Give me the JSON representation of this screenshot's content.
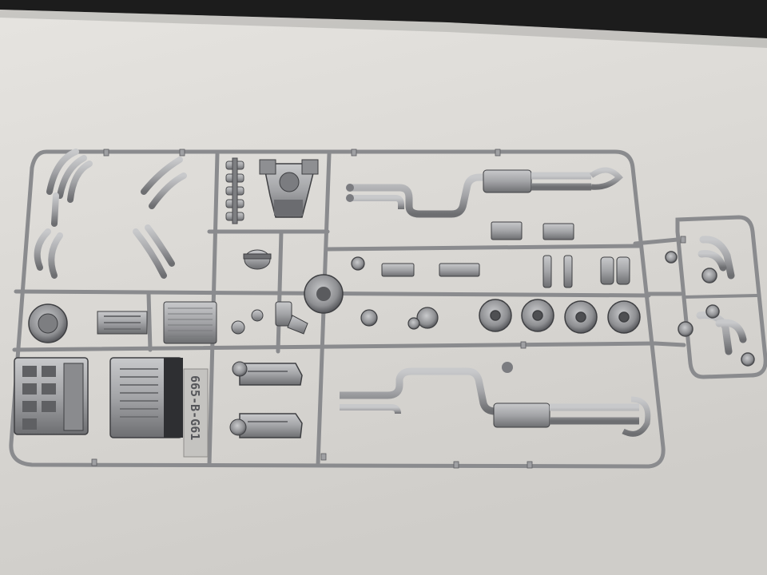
{
  "image": {
    "subject": "silver-plastic-model-kit-sprue",
    "background_color": "#d9d7d3",
    "plastic_color": "#a9aaac",
    "shadow_color": "#5c5d60",
    "edge_color": "#2a2a2a"
  },
  "sprue_label": {
    "text": "665-B-G61"
  },
  "parts": [
    {
      "name": "exhaust-headers",
      "icon": "pipe-icon"
    },
    {
      "name": "valve-train-parts",
      "icon": "gear-icon"
    },
    {
      "name": "intake-manifold",
      "icon": "engine-icon"
    },
    {
      "name": "exhaust-system",
      "icon": "muffler-icon"
    },
    {
      "name": "air-cleaner",
      "icon": "filter-icon"
    },
    {
      "name": "engine-block-halves",
      "icon": "engine-icon"
    },
    {
      "name": "oil-pan",
      "icon": "tray-icon"
    },
    {
      "name": "brake-rotors",
      "icon": "disc-icon"
    },
    {
      "name": "shock-absorbers",
      "icon": "spring-icon"
    },
    {
      "name": "transmission-halves",
      "icon": "gearbox-icon"
    }
  ]
}
